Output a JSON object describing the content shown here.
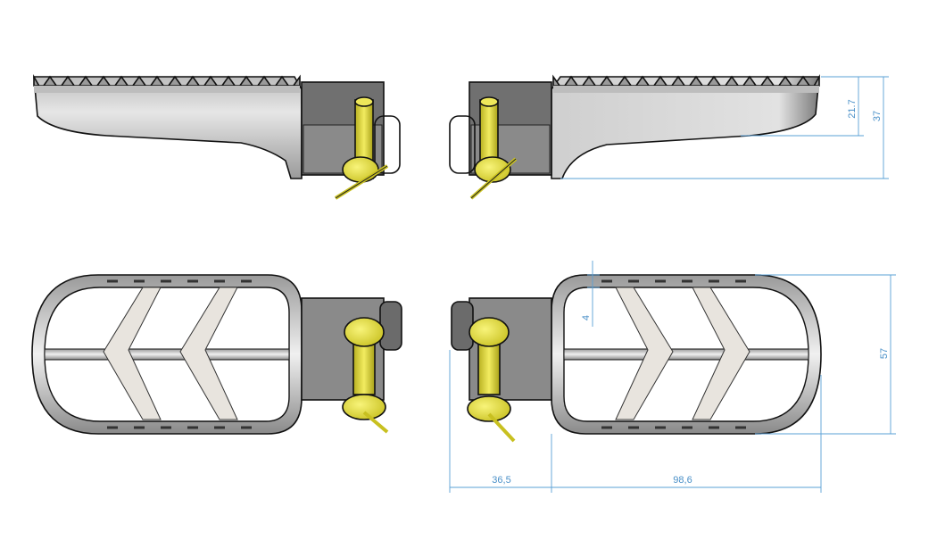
{
  "dimensions": {
    "pin_offset": "21.7",
    "side_height": "37",
    "tooth_depth": "4",
    "overall_width": "57",
    "bracket_length": "36,5",
    "peg_length": "98,6"
  },
  "colors": {
    "body_light": "#d9d9d9",
    "body_dark": "#6b6b6b",
    "bracket": "#8a8a8a",
    "pin": "#e6e03a",
    "dim": "#4a90c8",
    "insert": "#e8e4de"
  }
}
